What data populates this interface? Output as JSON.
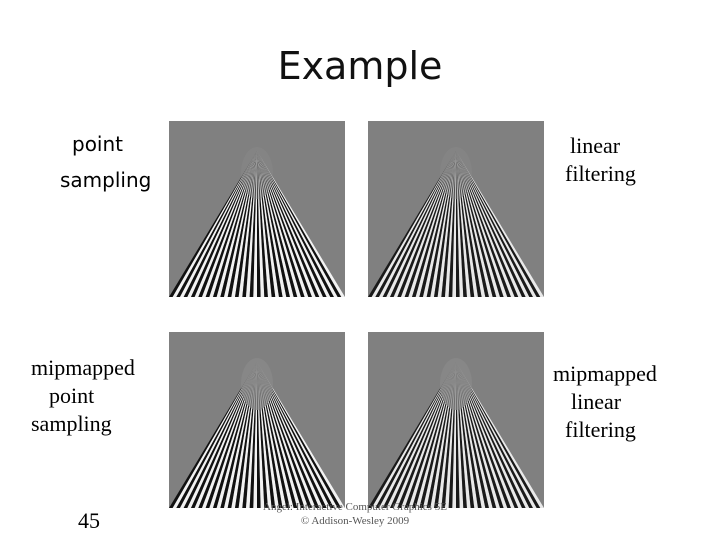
{
  "slide": {
    "title": "Example",
    "slide_number": "45",
    "footer": {
      "line1": "Angel: Interactive Computer Graphics 5E",
      "line2": "© Addison-Wesley 2009"
    }
  },
  "panels": [
    {
      "label_lines": [
        "point",
        "sampling"
      ],
      "image": "checkerboard-point-sampling"
    },
    {
      "label_lines": [
        "linear",
        "filtering"
      ],
      "image": "checkerboard-linear-filtering"
    },
    {
      "label_lines": [
        "mipmapped",
        "point",
        "sampling"
      ],
      "image": "checkerboard-mipmapped-point-sampling"
    },
    {
      "label_lines": [
        "mipmapped",
        "linear",
        "filtering"
      ],
      "image": "checkerboard-mipmapped-linear-filtering"
    }
  ],
  "colors": {
    "panel_background": "#808080",
    "stripe_dark": "#111111",
    "stripe_light": "#f2f2f2"
  }
}
